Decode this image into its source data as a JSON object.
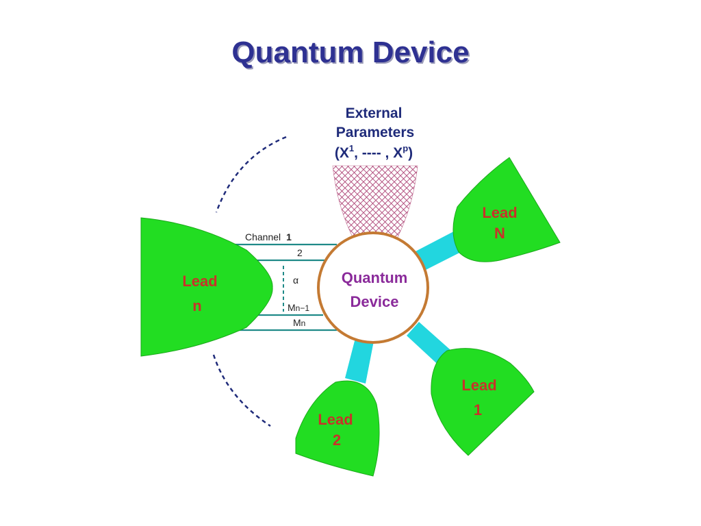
{
  "title": "Quantum Device",
  "parameters": {
    "line1": "External",
    "line2": "Parameters",
    "open": "(X",
    "sup1": "1",
    "middle": ", ---- , X",
    "supP": "p",
    "close": ")"
  },
  "device": {
    "line1": "Quantum",
    "line2": "Device"
  },
  "leads": [
    {
      "id": "n",
      "word": "Lead",
      "index": "n"
    },
    {
      "id": "N",
      "word": "Lead",
      "index": "N"
    },
    {
      "id": "1",
      "word": "Lead",
      "index": "1"
    },
    {
      "id": "2",
      "word": "Lead",
      "index": "2"
    }
  ],
  "channels": {
    "c1_word": "Channel",
    "c1_num": "1",
    "c2": "2",
    "alpha": "α",
    "mn1_base": "M",
    "mn1_sub": "n−1",
    "mn_base": "M",
    "mn_sub": "n"
  },
  "colors": {
    "lead_fill": "#22dd22",
    "lead_stroke": "#1aa81a",
    "connector": "#22d6df",
    "ring": "#c47a33",
    "channel_line": "#1f8a88",
    "arc": "#1f2b7a",
    "title": "#2e3192"
  }
}
